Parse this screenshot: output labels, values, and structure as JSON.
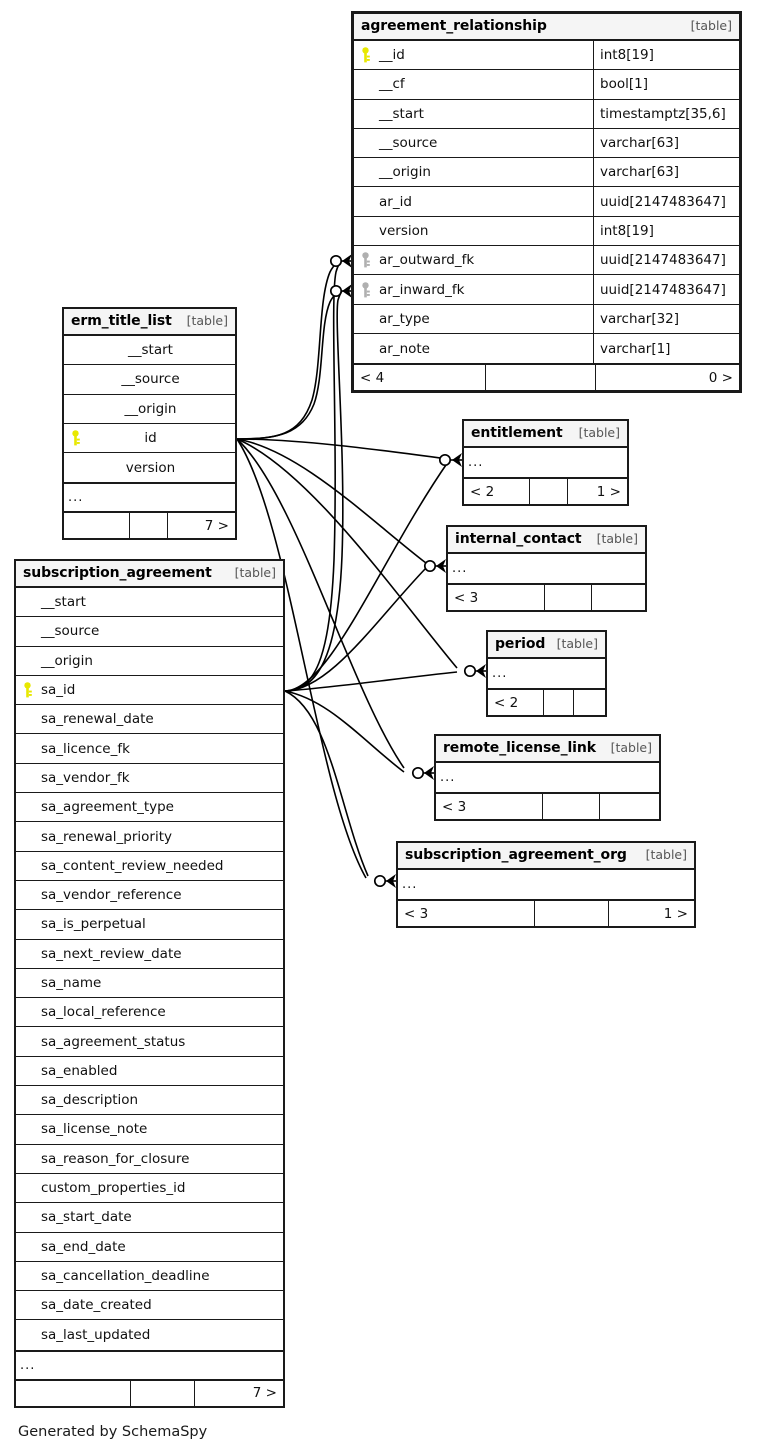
{
  "diagram": {
    "kind": "schemaspy-er-diagram",
    "caption": "Generated by SchemaSpy",
    "table_tag": "[table]",
    "ellipsis": "...",
    "colors": {
      "primary_key": "#e8e800",
      "foreign_key": "#b0b0b0",
      "border": "#1a1a1a",
      "header_fill": "#f5f5f5",
      "background": "#ffffff"
    }
  },
  "tables": {
    "agreement_relationship": {
      "name": "agreement_relationship",
      "tag": "[table]",
      "columns": [
        {
          "key": "pk",
          "name": "__id",
          "type": "int8[19]"
        },
        {
          "key": "none",
          "name": "__cf",
          "type": "bool[1]"
        },
        {
          "key": "none",
          "name": "__start",
          "type": "timestamptz[35,6]"
        },
        {
          "key": "none",
          "name": "__source",
          "type": "varchar[63]"
        },
        {
          "key": "none",
          "name": "__origin",
          "type": "varchar[63]"
        },
        {
          "key": "none",
          "name": "ar_id",
          "type": "uuid[2147483647]"
        },
        {
          "key": "none",
          "name": "version",
          "type": "int8[19]"
        },
        {
          "key": "fk",
          "name": "ar_outward_fk",
          "type": "uuid[2147483647]"
        },
        {
          "key": "fk",
          "name": "ar_inward_fk",
          "type": "uuid[2147483647]"
        },
        {
          "key": "none",
          "name": "ar_type",
          "type": "varchar[32]"
        },
        {
          "key": "none",
          "name": "ar_note",
          "type": "varchar[1]"
        }
      ],
      "footer": {
        "left": "< 4",
        "middle": "",
        "right": "0 >"
      }
    },
    "erm_title_list": {
      "name": "erm_title_list",
      "tag": "[table]",
      "columns": [
        {
          "key": "none",
          "name": "__start"
        },
        {
          "key": "none",
          "name": "__source"
        },
        {
          "key": "none",
          "name": "__origin"
        },
        {
          "key": "pk",
          "name": "id"
        },
        {
          "key": "none",
          "name": "version"
        }
      ],
      "more": "...",
      "footer": {
        "left": "",
        "middle": "",
        "right": "7 >"
      }
    },
    "subscription_agreement": {
      "name": "subscription_agreement",
      "tag": "[table]",
      "columns": [
        {
          "key": "none",
          "name": "__start"
        },
        {
          "key": "none",
          "name": "__source"
        },
        {
          "key": "none",
          "name": "__origin"
        },
        {
          "key": "pk",
          "name": "sa_id"
        },
        {
          "key": "none",
          "name": "sa_renewal_date"
        },
        {
          "key": "none",
          "name": "sa_licence_fk"
        },
        {
          "key": "none",
          "name": "sa_vendor_fk"
        },
        {
          "key": "none",
          "name": "sa_agreement_type"
        },
        {
          "key": "none",
          "name": "sa_renewal_priority"
        },
        {
          "key": "none",
          "name": "sa_content_review_needed"
        },
        {
          "key": "none",
          "name": "sa_vendor_reference"
        },
        {
          "key": "none",
          "name": "sa_is_perpetual"
        },
        {
          "key": "none",
          "name": "sa_next_review_date"
        },
        {
          "key": "none",
          "name": "sa_name"
        },
        {
          "key": "none",
          "name": "sa_local_reference"
        },
        {
          "key": "none",
          "name": "sa_agreement_status"
        },
        {
          "key": "none",
          "name": "sa_enabled"
        },
        {
          "key": "none",
          "name": "sa_description"
        },
        {
          "key": "none",
          "name": "sa_license_note"
        },
        {
          "key": "none",
          "name": "sa_reason_for_closure"
        },
        {
          "key": "none",
          "name": "custom_properties_id"
        },
        {
          "key": "none",
          "name": "sa_start_date"
        },
        {
          "key": "none",
          "name": "sa_end_date"
        },
        {
          "key": "none",
          "name": "sa_cancellation_deadline"
        },
        {
          "key": "none",
          "name": "sa_date_created"
        },
        {
          "key": "none",
          "name": "sa_last_updated"
        }
      ],
      "more": "...",
      "footer": {
        "left": "",
        "middle": "",
        "right": "7 >"
      }
    },
    "entitlement": {
      "name": "entitlement",
      "tag": "[table]",
      "more": "...",
      "footer": {
        "left": "< 2",
        "middle": "",
        "right": "1 >"
      }
    },
    "internal_contact": {
      "name": "internal_contact",
      "tag": "[table]",
      "more": "...",
      "footer": {
        "left": "< 3",
        "middle": "",
        "right": ""
      }
    },
    "period": {
      "name": "period",
      "tag": "[table]",
      "more": "...",
      "footer": {
        "left": "< 2",
        "middle": "",
        "right": ""
      }
    },
    "remote_license_link": {
      "name": "remote_license_link",
      "tag": "[table]",
      "more": "...",
      "footer": {
        "left": "< 3",
        "middle": "",
        "right": ""
      }
    },
    "subscription_agreement_org": {
      "name": "subscription_agreement_org",
      "tag": "[table]",
      "more": "...",
      "footer": {
        "left": "< 3",
        "middle": "",
        "right": "1 >"
      }
    }
  }
}
